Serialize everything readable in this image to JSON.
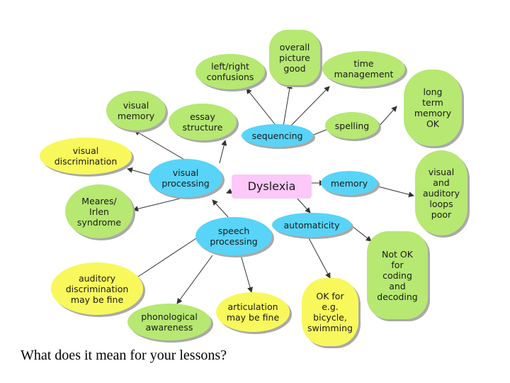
{
  "nodes": {
    "dyslexia": "Dyslexia",
    "overall_picture": "overall\npicture\ngood",
    "left_right": "left/right\nconfusions",
    "time_management": "time\nmanagement",
    "long_term_memory": "long\nterm\nmemory\nOK",
    "visual_memory": "visual\nmemory",
    "essay_structure": "essay\nstructure",
    "sequencing": "sequencing",
    "spelling": "spelling",
    "visual_discrimination": "visual\ndiscrimination",
    "visual_processing": "visual\nprocessing",
    "memory": "memory",
    "visual_auditory_loops": "visual\nand\nauditory\nloops\npoor",
    "meares_irlen": "Meares/\nIrlen\nsyndrome",
    "speech_processing": "speech\nprocessing",
    "automaticity": "automaticity",
    "not_ok_coding": "Not OK\nfor\ncoding\nand\ndecoding",
    "auditory_discrimination": "auditory\ndiscrimination\nmay be fine",
    "phonological_awareness": "phonological\nawareness",
    "articulation": "articulation\nmay be fine",
    "ok_for_bicycle": "OK for\ne.g.\nbicycle,\nswimming"
  },
  "caption": "What does it mean for your lessons?"
}
